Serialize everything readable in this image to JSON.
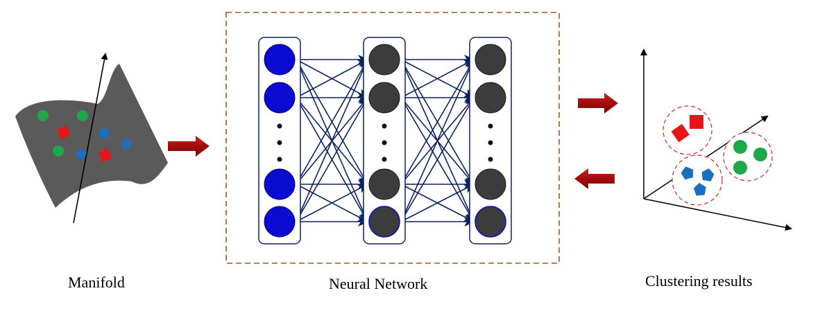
{
  "labels": {
    "manifold": "Manifold",
    "network": "Neural Network",
    "clustering": "Clustering results"
  },
  "colors": {
    "manifold_surface": "#5a5a5a",
    "red_point": "#e8141a",
    "blue_point": "#1a6fc0",
    "green_point": "#1ea84a",
    "input_neuron": "#0a0ad0",
    "hidden_neuron": "#3c3c3c",
    "connection": "#0b2260",
    "block_arrow": "#b51010",
    "dashed_box": "#9a5a1e",
    "cluster_circle": "#c8282a"
  },
  "network": {
    "layers": 3,
    "neurons_shown_per_layer": 4,
    "ellipsis": "..."
  },
  "clusters": [
    {
      "shape": "square",
      "color": "red",
      "count": 2
    },
    {
      "shape": "pentagon",
      "color": "blue",
      "count": 3
    },
    {
      "shape": "circle",
      "color": "green",
      "count": 3
    }
  ]
}
